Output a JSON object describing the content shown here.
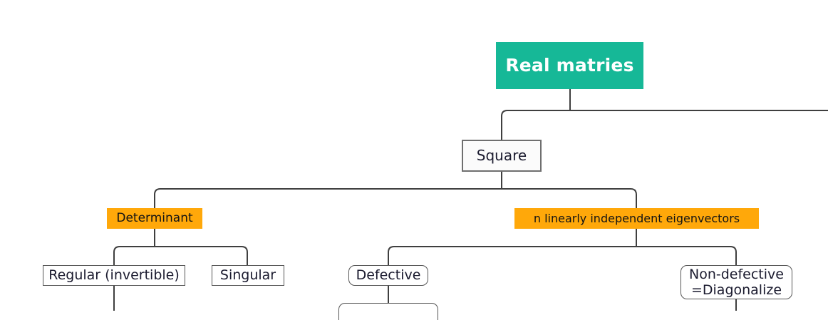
{
  "diagram": {
    "title": "Real matries",
    "type": "tree-mindmap",
    "colors": {
      "root_fill": "#16b897",
      "root_text": "#ffffff",
      "highlight_fill": "#ffa80a",
      "highlight_text": "#141414",
      "box_border": "#6f6f6f",
      "leaf_border": "#555555",
      "connector": "#3f3f3f",
      "background": "#ffffff"
    },
    "nodes": {
      "root": {
        "label": "Real matries"
      },
      "square": {
        "label": "Square"
      },
      "determinant": {
        "label": "Determinant"
      },
      "eigenvectors": {
        "label": "n linearly independent eigenvectors"
      },
      "regular": {
        "label": "Regular (invertible)"
      },
      "singular": {
        "label": "Singular"
      },
      "defective": {
        "label": "Defective"
      },
      "non_defective": {
        "line1": "Non-defective",
        "line2": "=Diagonalize"
      }
    }
  }
}
